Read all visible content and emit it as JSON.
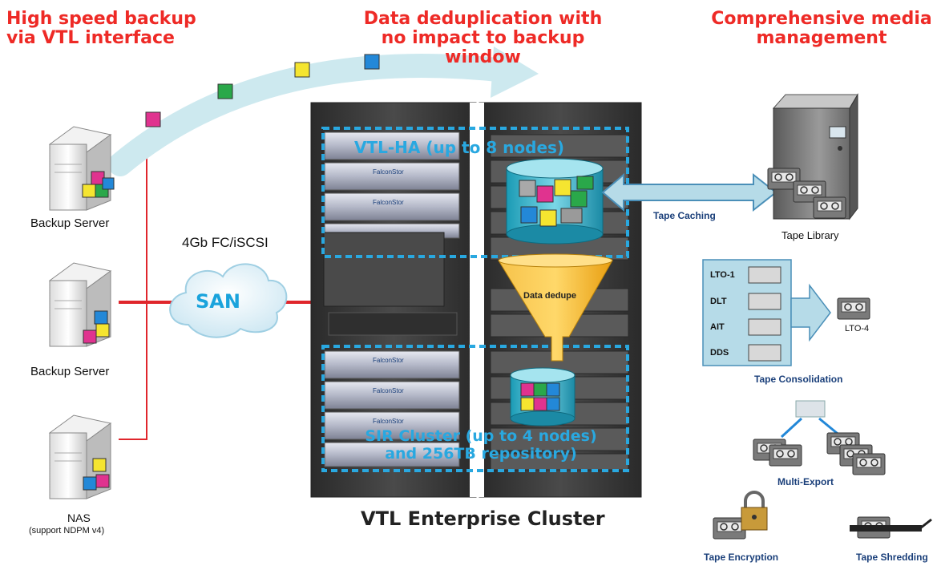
{
  "headings": {
    "left": [
      "High speed backup",
      "via VTL interface"
    ],
    "center": [
      "Data deduplication with",
      "no impact to backup window"
    ],
    "right": [
      "Comprehensive media",
      "management"
    ]
  },
  "labels": {
    "backup_server_1": "Backup Server",
    "backup_server_2": "Backup Server",
    "nas": "NAS",
    "nas_note": "(support NDPM v4)",
    "fc": "4Gb FC/iSCSI",
    "san": "SAN",
    "vtl_ha": "VTL-HA (up to 8 nodes)",
    "dedupe": "Data dedupe",
    "sir_line1": "SIR Cluster (up to 4 nodes)",
    "sir_line2": "and 256TB repository)",
    "cluster": "VTL Enterprise Cluster",
    "tape_caching": "Tape Caching",
    "tape_library": "Tape Library",
    "tape_types": [
      "LTO-1",
      "DLT",
      "AIT",
      "DDS"
    ],
    "lto4": "LTO-4",
    "tape_consolidation": "Tape Consolidation",
    "multi_export": "Multi-Export",
    "tape_encryption": "Tape Encryption",
    "tape_shredding": "Tape Shredding",
    "brand": "FalconStor"
  },
  "colors": {
    "heading": "#ee2a26",
    "link": "#e0262c",
    "cyan_border": "#29a8e0",
    "san_text": "#1aa3dc",
    "funnel": "#f5b21a",
    "rack": "#3c3c3c",
    "arrow": "#c6e8ee"
  }
}
